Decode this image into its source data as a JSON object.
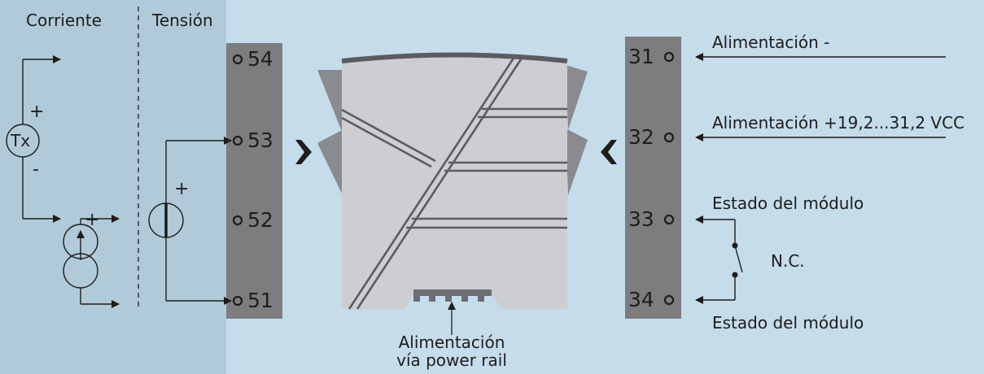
{
  "headers": {
    "current": "Corriente",
    "voltage": "Tensión"
  },
  "transmitter_label": "Tx",
  "signs": {
    "tx_plus": "+",
    "tx_minus": "-",
    "source_plus": "+",
    "voltage_plus": "+"
  },
  "left_terminals": [
    "54",
    "53",
    "52",
    "51"
  ],
  "right_terminals": [
    "31",
    "32",
    "33",
    "34"
  ],
  "right_labels": {
    "supply_minus": "Alimentación -",
    "supply_plus": "Alimentación +19,2...31,2 VCC",
    "status_top": "Estado del módulo",
    "contact": "N.C.",
    "status_bottom": "Estado del módulo"
  },
  "bottom_label": {
    "line1": "Alimentación",
    "line2": "vía power rail"
  },
  "colors": {
    "background": "#c5dceb",
    "left_panel": "#b1cad9",
    "terminal_strip": "#7d7d7f",
    "module_body": "#ccced1",
    "module_top": "#5a5c62",
    "line": "#1d1d1b"
  }
}
